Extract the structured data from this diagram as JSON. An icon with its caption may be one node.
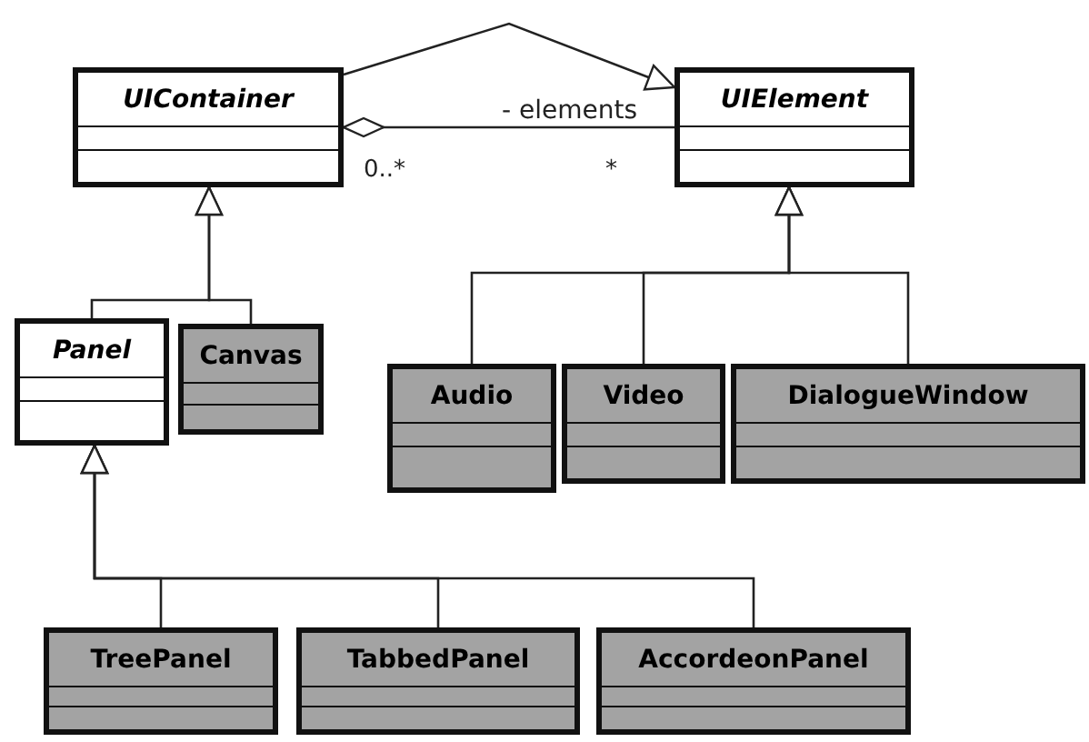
{
  "diagram": {
    "nodes": [
      {
        "text": [
          "UIContainer"
        ]
      },
      {
        "text": [
          "UIElement"
        ]
      },
      {
        "text": [
          "Panel"
        ]
      },
      {
        "text": [
          "Canvas"
        ]
      },
      {
        "text": [
          "Audio"
        ]
      },
      {
        "text": [
          "Video"
        ]
      },
      {
        "text": [
          "DialogueWindow"
        ]
      },
      {
        "text": [
          "TreePanel"
        ]
      },
      {
        "text": [
          "TabbedPanel"
        ]
      },
      {
        "text": [
          "AccordeonPanel"
        ]
      }
    ],
    "edges": [
      {
        "from": 0,
        "to": 1,
        "arrow": "to"
      },
      {
        "from": 0,
        "to": 1,
        "arrow": "other",
        "label": "- elements"
      },
      {
        "from": 2,
        "to": 0,
        "arrow": "to"
      },
      {
        "from": 3,
        "to": 0,
        "arrow": "to"
      },
      {
        "from": 4,
        "to": 1,
        "arrow": "to"
      },
      {
        "from": 5,
        "to": 1,
        "arrow": "to"
      },
      {
        "from": 6,
        "to": 1,
        "arrow": "to"
      },
      {
        "from": 7,
        "to": 2,
        "arrow": "to"
      },
      {
        "from": 8,
        "to": 2,
        "arrow": "to"
      },
      {
        "from": 9,
        "to": 2,
        "arrow": "to"
      }
    ],
    "labels": [
      "0..*",
      "*"
    ]
  }
}
